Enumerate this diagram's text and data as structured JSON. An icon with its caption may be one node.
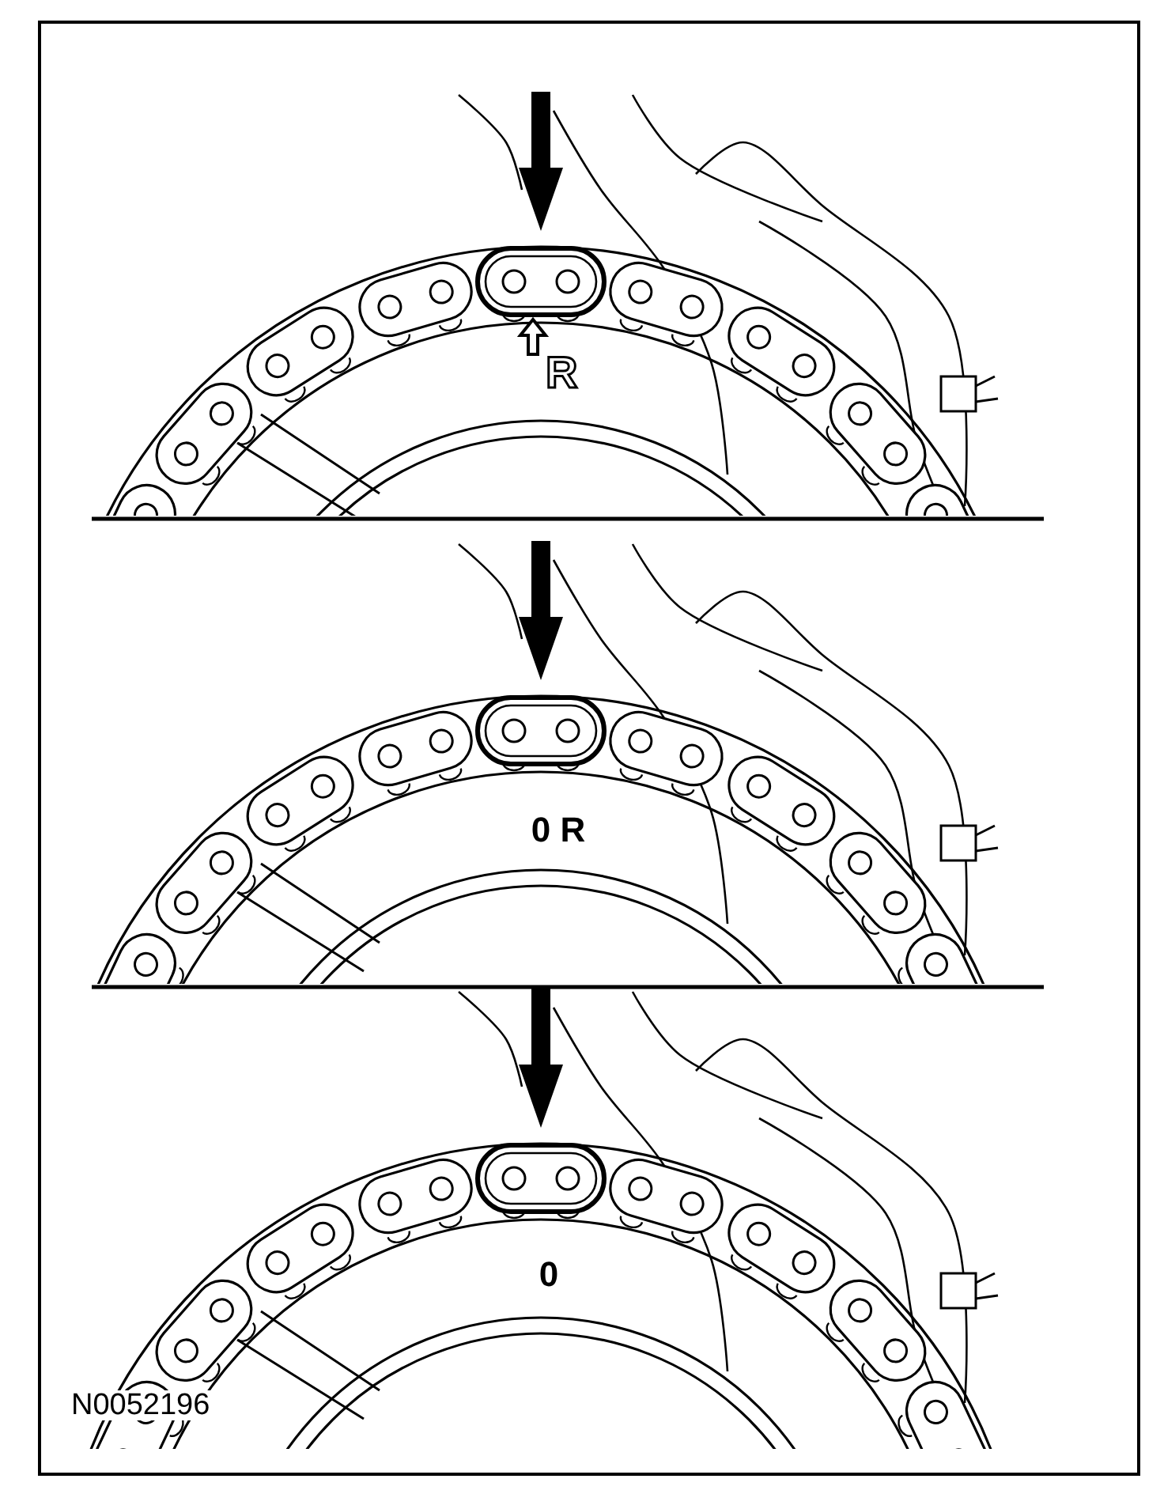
{
  "diagram": {
    "labels": [
      "R",
      "0 R",
      "0",
      "N0052196"
    ]
  }
}
